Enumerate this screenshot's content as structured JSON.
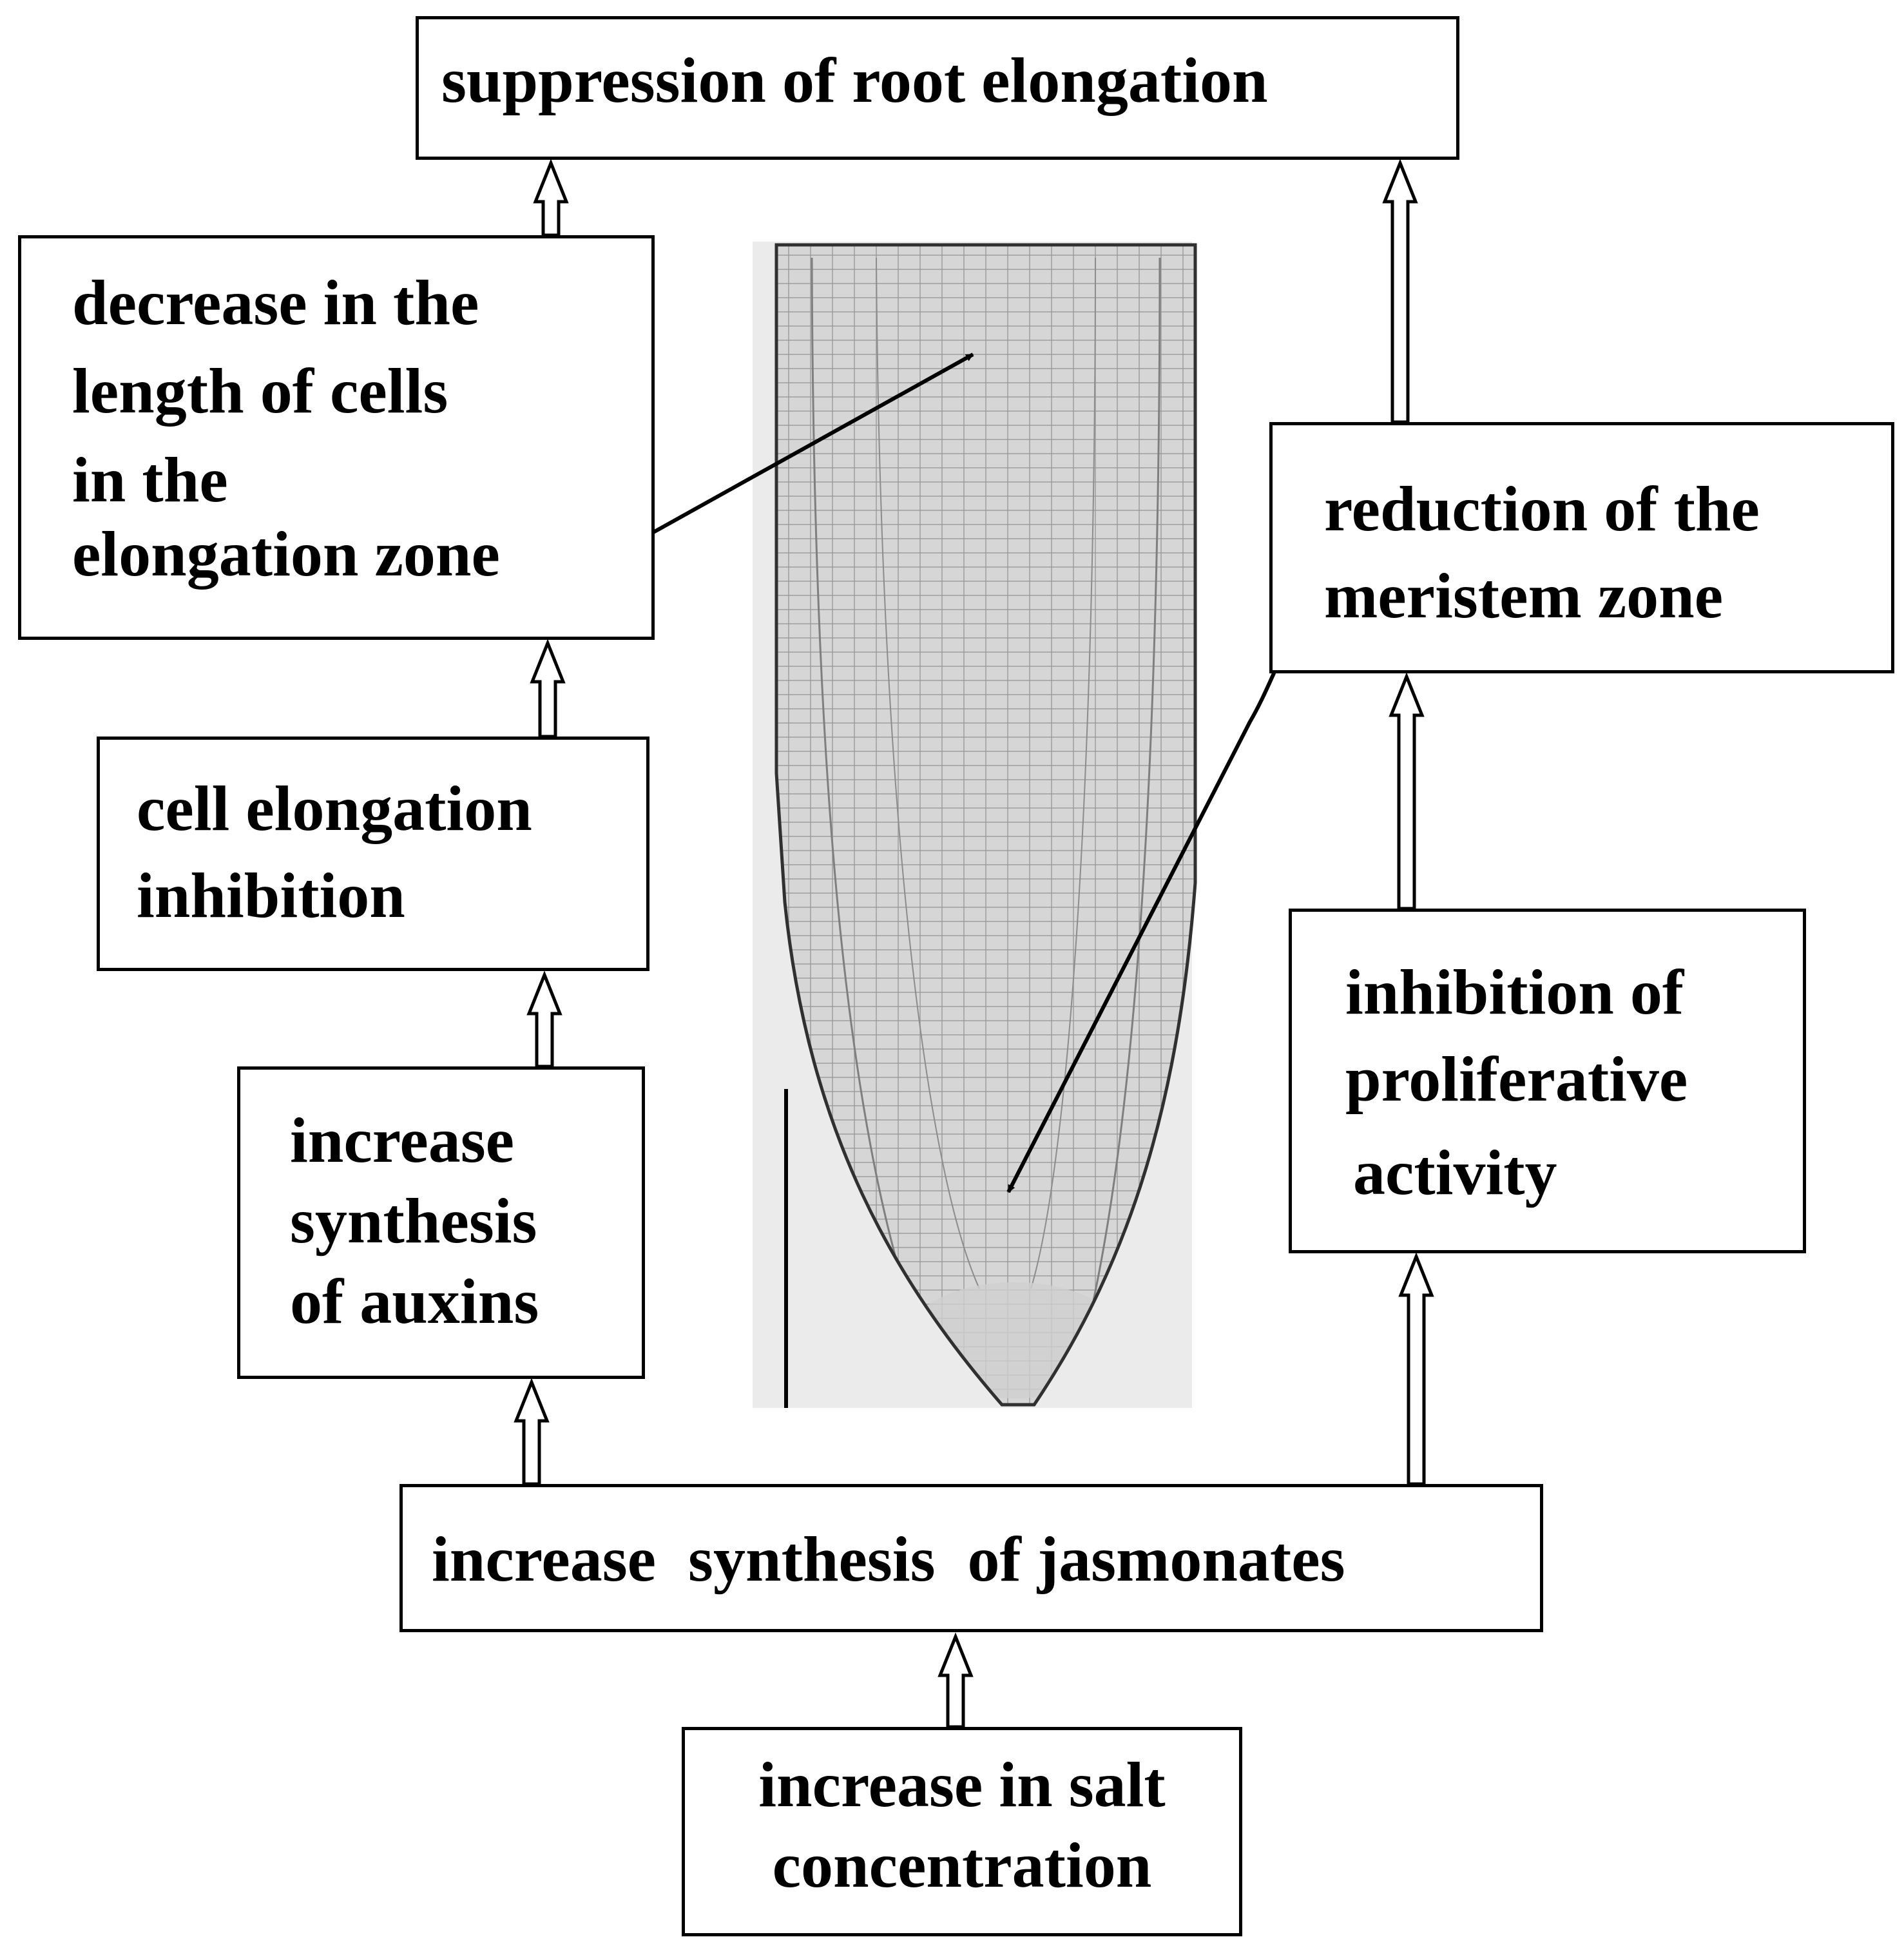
{
  "diagram": {
    "nodes": {
      "root_elongation": {
        "label": "suppression of root elongation"
      },
      "cell_length": {
        "lines": [
          "decrease in the",
          "length of cells",
          "in the",
          "elongation zone"
        ]
      },
      "cell_elongation": {
        "lines": [
          "cell elongation",
          "inhibition"
        ]
      },
      "auxins": {
        "lines": [
          "increase",
          "synthesis",
          "of auxins"
        ]
      },
      "jasmonates": {
        "label": "increase  synthesis  of jasmonates"
      },
      "salt": {
        "lines": [
          "increase in salt",
          "concentration"
        ]
      },
      "meristem": {
        "lines": [
          "reduction of the",
          "meristem zone"
        ]
      },
      "proliferative": {
        "lines": [
          "inhibition of",
          "proliferative",
          "activity"
        ]
      }
    },
    "edges": [
      {
        "from": "salt",
        "to": "jasmonates"
      },
      {
        "from": "jasmonates",
        "to": "auxins"
      },
      {
        "from": "auxins",
        "to": "cell_elongation"
      },
      {
        "from": "cell_elongation",
        "to": "cell_length"
      },
      {
        "from": "cell_length",
        "to": "root_elongation"
      },
      {
        "from": "jasmonates",
        "to": "proliferative"
      },
      {
        "from": "proliferative",
        "to": "meristem"
      },
      {
        "from": "meristem",
        "to": "root_elongation"
      }
    ],
    "photo": {
      "subject": "root tip micrograph",
      "pointer_targets": [
        "elongation zone",
        "meristem zone"
      ]
    },
    "colors": {
      "line": "#000000",
      "background": "#ffffff",
      "photo_background": "#ebebeb"
    }
  }
}
